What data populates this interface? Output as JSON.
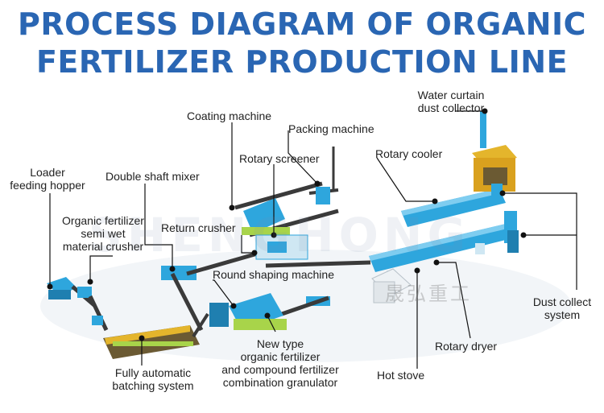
{
  "title": {
    "line1": "PROCESS DIAGRAM OF ORGANIC",
    "line2": "FERTILIZER PRODUCTION LINE"
  },
  "watermark": {
    "brand": "SHENGHONG",
    "chinese": "晟弘重工"
  },
  "labels": {
    "water_curtain_1": "Water curtain",
    "water_curtain_2": "dust collector",
    "coating_machine": "Coating machine",
    "packing_machine": "Packing machine",
    "rotary_screener": "Rotary screener",
    "rotary_cooler": "Rotary cooler",
    "loader_1": "Loader",
    "loader_2": "feeding hopper",
    "double_shaft_mixer": "Double shaft mixer",
    "crusher_1": "Organic fertilizer",
    "crusher_2": "semi wet",
    "crusher_3": "material crusher",
    "return_crusher": "Return crusher",
    "round_shaping": "Round shaping machine",
    "dust_collect_1": "Dust collect",
    "dust_collect_2": "system",
    "granulator_1": "New type",
    "granulator_2": "organic fertilizer",
    "granulator_3": "and compound fertilizer",
    "granulator_4": "combination granulator",
    "rotary_dryer": "Rotary dryer",
    "batching_1": "Fully automatic",
    "batching_2": "batching system",
    "hot_stove": "Hot stove"
  },
  "colors": {
    "title": "#2a66b3",
    "machine_blue": "#2ea6dd",
    "conveyor_dark": "#3a3a3a",
    "frame_green": "#a8d44a",
    "tower_yellow": "#e4b52c",
    "leader": "#111111"
  }
}
